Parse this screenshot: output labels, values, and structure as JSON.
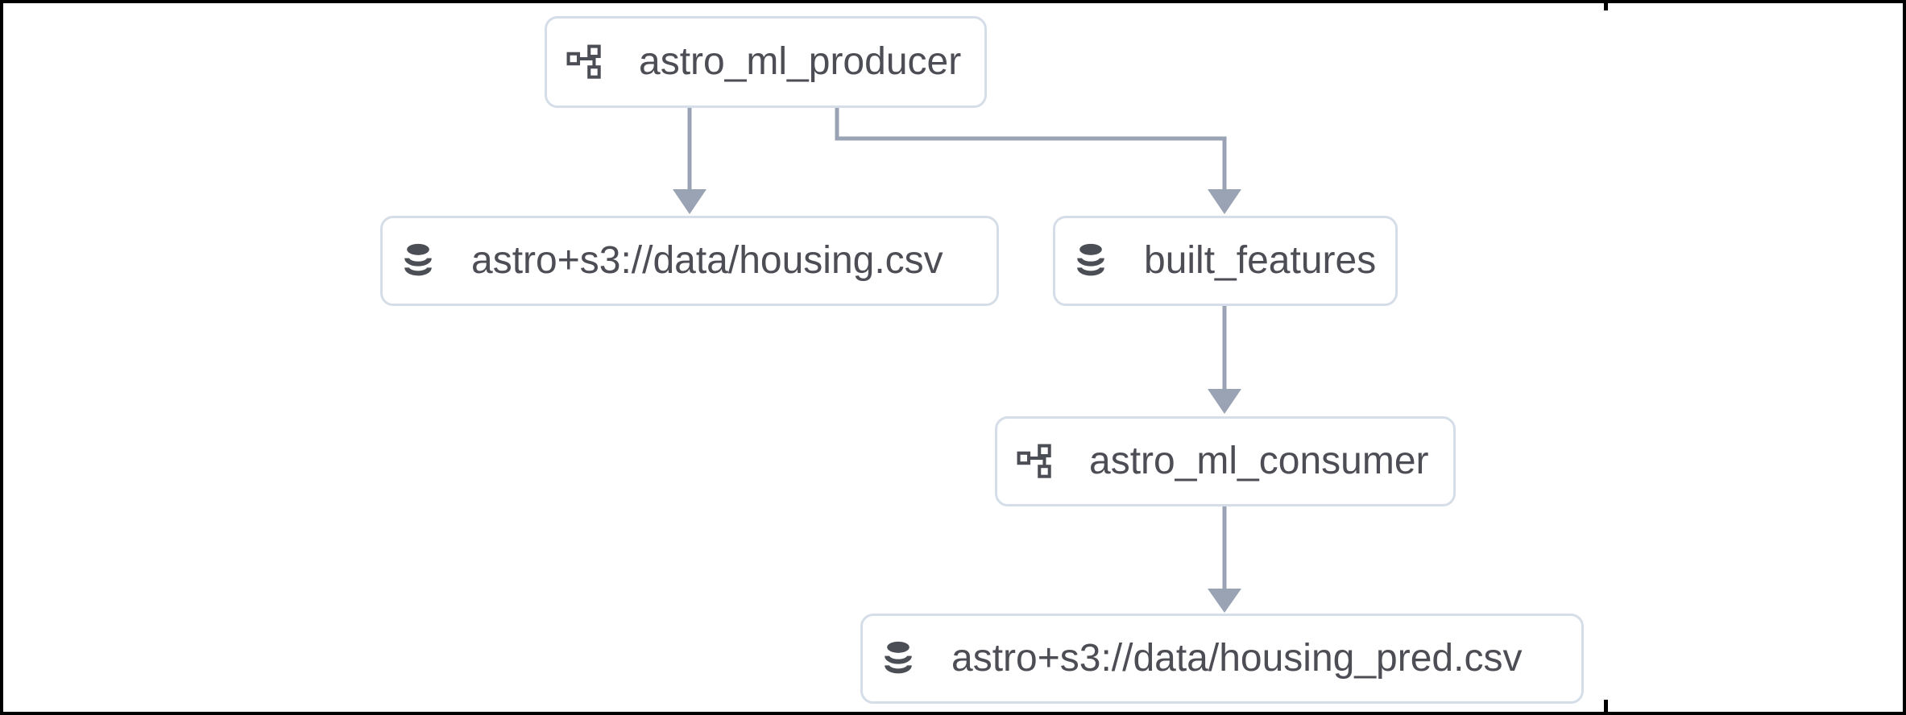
{
  "diagram": {
    "type": "lineage-graph",
    "nodes": [
      {
        "id": "astro_ml_producer",
        "label": "astro_ml_producer",
        "kind": "dag",
        "icon": "dag-icon"
      },
      {
        "id": "astro_s3_data_housing_csv",
        "label": "astro+s3://data/housing.csv",
        "kind": "dataset",
        "icon": "database-icon"
      },
      {
        "id": "built_features",
        "label": "built_features",
        "kind": "dataset",
        "icon": "database-icon"
      },
      {
        "id": "astro_ml_consumer",
        "label": "astro_ml_consumer",
        "kind": "dag",
        "icon": "dag-icon"
      },
      {
        "id": "astro_s3_data_housing_pred_csv",
        "label": "astro+s3://data/housing_pred.csv",
        "kind": "dataset",
        "icon": "database-icon"
      }
    ],
    "edges": [
      {
        "from": "astro_ml_producer",
        "to": "astro_s3_data_housing_csv"
      },
      {
        "from": "astro_ml_producer",
        "to": "built_features"
      },
      {
        "from": "built_features",
        "to": "astro_ml_consumer"
      },
      {
        "from": "astro_ml_consumer",
        "to": "astro_s3_data_housing_pred_csv"
      }
    ],
    "colors": {
      "edge": "#9aa3b4",
      "node_border": "#d5dde8",
      "node_background": "#ffffff",
      "text": "#4d4e55",
      "icon": "#4c4e55",
      "frame_border": "#000000"
    }
  }
}
